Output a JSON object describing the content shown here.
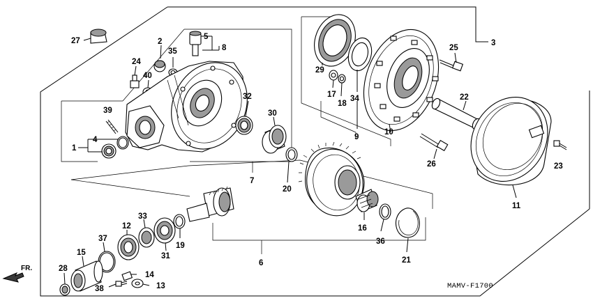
{
  "diagram": {
    "code": "MAMV-F1700",
    "direction_label": "FR.",
    "callouts": {
      "c1": "1",
      "c2": "2",
      "c3": "3",
      "c4": "4",
      "c5": "5",
      "c6": "6",
      "c7": "7",
      "c8": "8",
      "c9": "9",
      "c10": "10",
      "c11": "11",
      "c12": "12",
      "c13": "13",
      "c14": "14",
      "c15": "15",
      "c16": "16",
      "c17": "17",
      "c18": "18",
      "c19": "19",
      "c20": "20",
      "c21": "21",
      "c22": "22",
      "c23": "23",
      "c24": "24",
      "c25": "25",
      "c26": "26",
      "c27": "27",
      "c28": "28",
      "c29": "29",
      "c30": "30",
      "c31": "31",
      "c32": "32",
      "c33": "33",
      "c34": "34",
      "c35": "35",
      "c36": "36",
      "c37": "37",
      "c38": "38",
      "c39": "39",
      "c40": "40"
    },
    "colors": {
      "ink": "#000000",
      "shade": "#9a9a9a",
      "paper": "#ffffff"
    }
  }
}
